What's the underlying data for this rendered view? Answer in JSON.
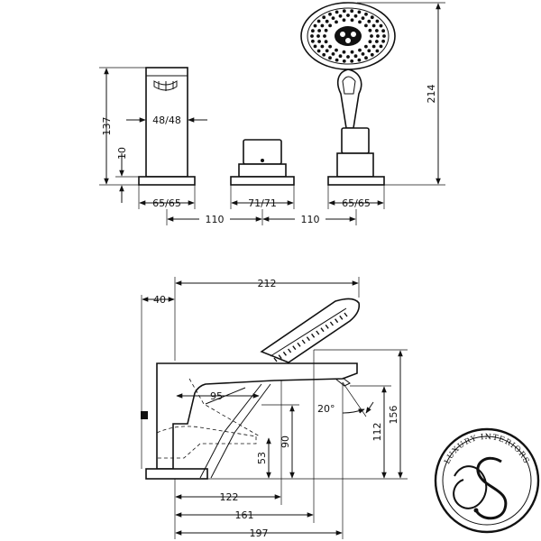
{
  "front_view": {
    "dim_height_137": "137",
    "dim_height_10": "10",
    "dim_spout_width": "48/48",
    "dim_spout_base": "65/65",
    "dim_mixer_base": "71/71",
    "dim_shower_base": "65/65",
    "dim_spacing_left": "110",
    "dim_spacing_right": "110",
    "dim_shower_height": "214"
  },
  "side_view": {
    "dim_overall_width": "212",
    "dim_offset": "40",
    "dim_spout_reach": "95",
    "dim_angle": "20°",
    "dim_height_156": "156",
    "dim_height_112": "112",
    "dim_height_90": "90",
    "dim_height_53": "53",
    "dim_base_122": "122",
    "dim_base_161": "161",
    "dim_base_197": "197"
  },
  "logo": {
    "text": "LUXURY INTERIORS"
  }
}
